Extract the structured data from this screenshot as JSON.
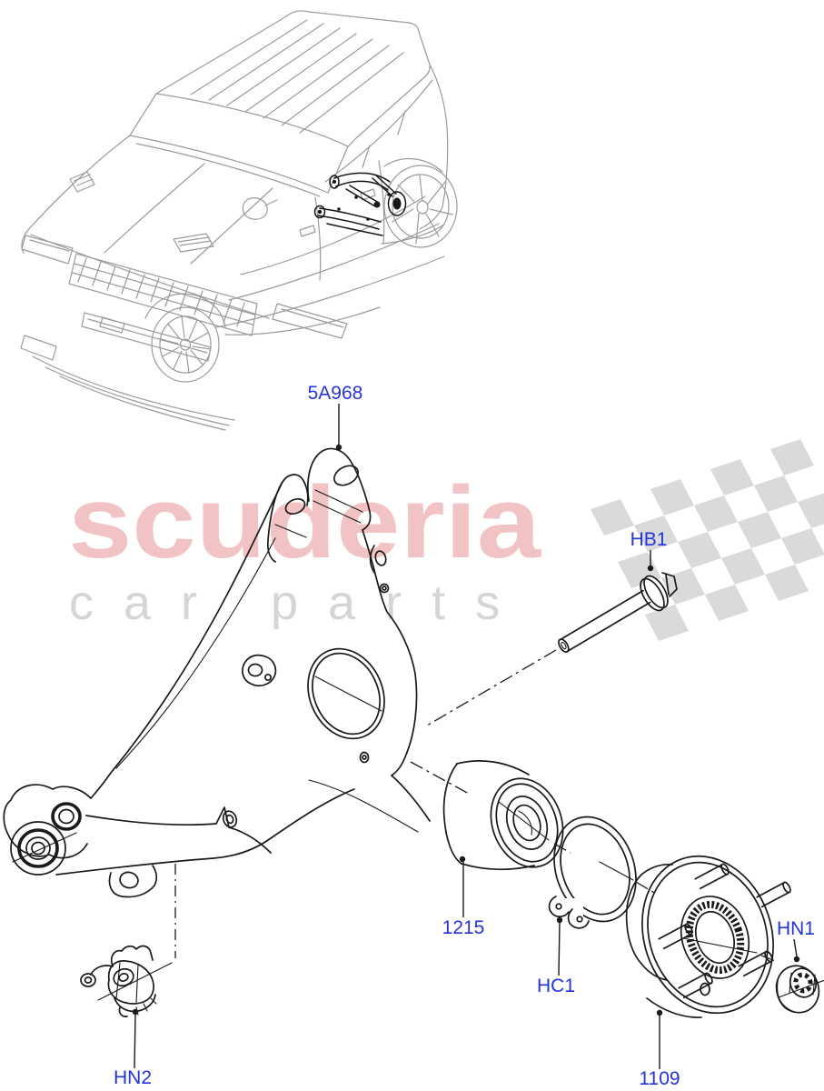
{
  "watermark": {
    "brand": "scuderia",
    "tagline": "car parts"
  },
  "diagram": {
    "callouts": [
      {
        "code": "5A968"
      },
      {
        "code": "HB1"
      },
      {
        "code": "1215"
      },
      {
        "code": "HC1"
      },
      {
        "code": "HN1"
      },
      {
        "code": "1109"
      },
      {
        "code": "HN2"
      }
    ]
  },
  "colors": {
    "callout_blue": "#2333dd",
    "watermark_pink": "#f2c3c5",
    "watermark_gray": "#d5d5d5",
    "flag_gray": "#dadada",
    "vehicle_gray": "#9b9b9b",
    "ink": "#1a1a1a"
  }
}
